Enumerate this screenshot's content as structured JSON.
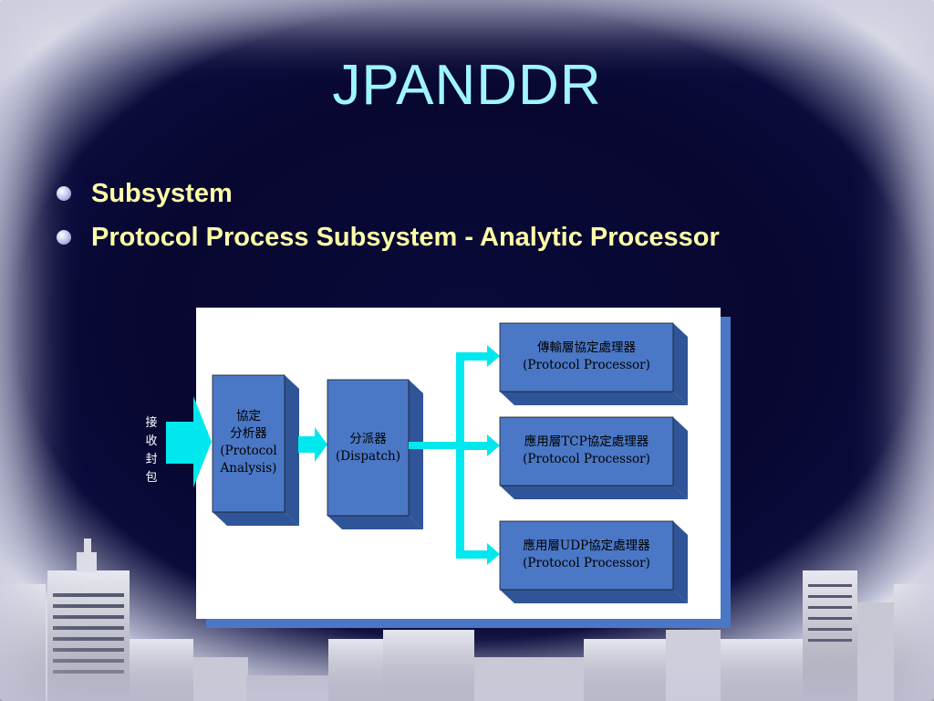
{
  "slide": {
    "title": "JPANDDR",
    "bullets": [
      "Subsystem",
      "Protocol Process Subsystem - Analytic Processor"
    ]
  },
  "diagram": {
    "input_label": [
      "接",
      "收",
      "封",
      "包"
    ],
    "protocol_analysis": {
      "line1": "協定",
      "line2": "分析器",
      "line3": "(Protocol",
      "line4": "Analysis)"
    },
    "dispatch": {
      "line1": "分派器",
      "line2": "(Dispatch)"
    },
    "processors": [
      {
        "line1": "傳輸層協定處理器",
        "line2": "(Protocol Processor)"
      },
      {
        "line1": "應用層TCP協定處理器",
        "line2": "(Protocol Processor)"
      },
      {
        "line1": "應用層UDP協定處理器",
        "line2": "(Protocol Processor)"
      }
    ],
    "colors": {
      "box_front": "#4a78c6",
      "box_side": "#3a64aa",
      "arrow": "#00e8ee",
      "panel_shadow": "#4a78c6"
    }
  }
}
